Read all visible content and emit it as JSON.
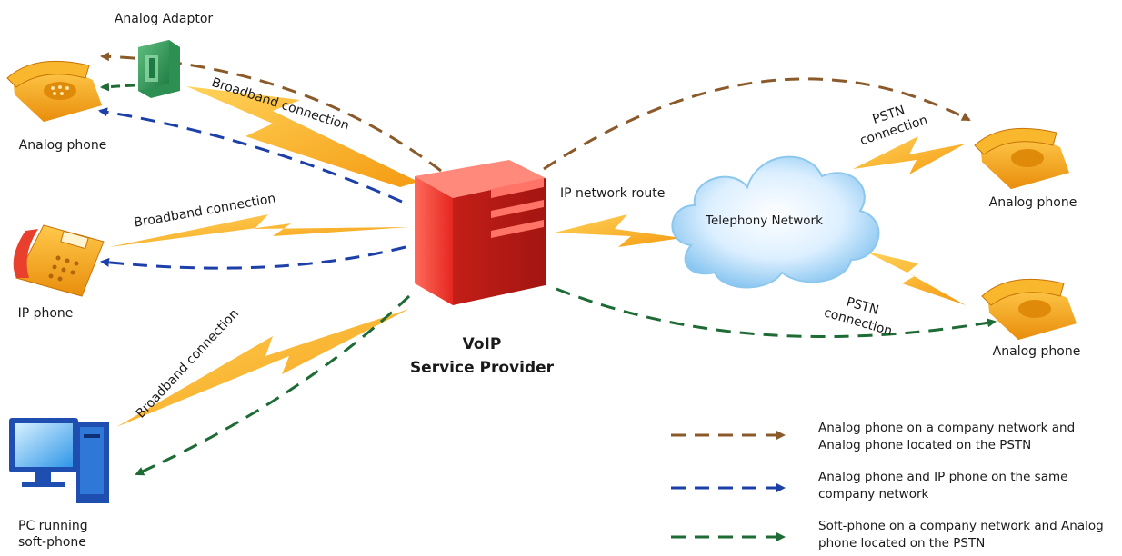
{
  "labels": {
    "analog_adaptor": "Analog Adaptor",
    "analog_phone_left": "Analog phone",
    "ip_phone": "IP phone",
    "pc_soft_phone": "PC running\nsoft-phone",
    "bb_top": "Broadband connection",
    "bb_middle": "Broadband connection",
    "bb_bottom": "Broadband connection",
    "voip_line1": "VoIP",
    "voip_line2": "Service Provider",
    "ip_route": "IP network route",
    "telephony": "Telephony Network",
    "pstn_top": "PSTN\nconnection",
    "pstn_bottom": "PSTN\nconnection",
    "analog_phone_right_top": "Analog phone",
    "analog_phone_right_bottom": "Analog phone"
  },
  "legend": [
    {
      "text": "Analog phone on a company network and Analog phone located on the PSTN",
      "color": "#8b5a2b"
    },
    {
      "text": "Analog phone and IP phone on the same company network",
      "color": "#1c3fa8"
    },
    {
      "text": "Soft-phone on a company network and Analog phone located on the PSTN",
      "color": "#1e6b35"
    }
  ],
  "colors": {
    "brown": "#8b5a2b",
    "blue": "#1c3fa8",
    "green": "#1e6b35",
    "bolt": "#f6a21a",
    "server": "#e8322a",
    "phone": "#f2a112"
  },
  "icons": [
    "analog-phone-icon",
    "analog-adaptor-icon",
    "ip-phone-icon",
    "pc-icon",
    "server-icon",
    "cloud-icon",
    "lightning-bolt-icon"
  ]
}
